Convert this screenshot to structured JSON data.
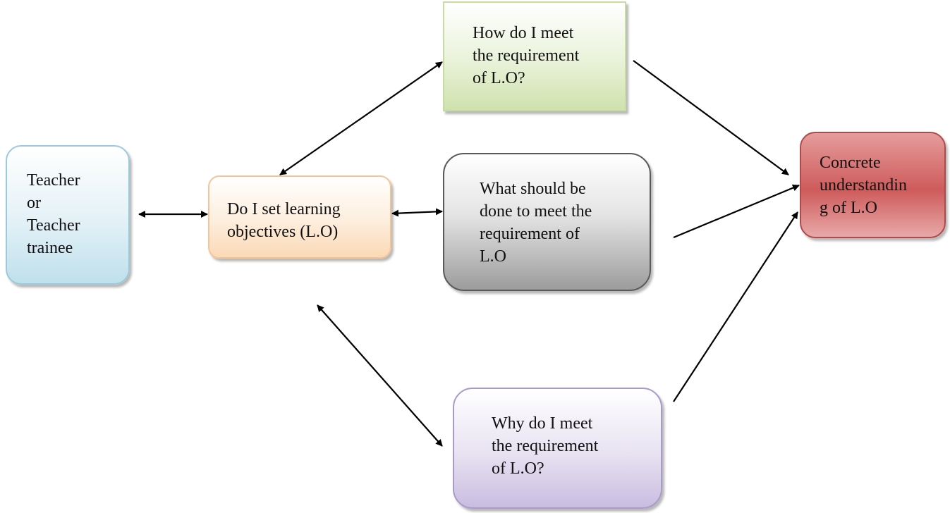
{
  "nodes": {
    "teacher": {
      "label": "Teacher\nor\nTeacher\ntrainee",
      "color": "#bfe0ec"
    },
    "set_lo": {
      "label": "Do I set learning\nobjectives (L.O)",
      "color": "#fbd9b6"
    },
    "how": {
      "label": "How do I meet\nthe requirement\nof L.O?",
      "color": "#cfe2ad"
    },
    "what": {
      "label": "What should be\ndone to meet the\nrequirement of\nL.O",
      "color": "#9c9c9c"
    },
    "why": {
      "label": "Why do I meet\nthe requirement\nof L.O?",
      "color": "#c9bde0"
    },
    "concrete": {
      "label": "Concrete\nunderstandin\ng of L.O",
      "color": "#cf5b5b"
    }
  },
  "edges": [
    {
      "from": "teacher",
      "to": "set_lo",
      "direction": "both"
    },
    {
      "from": "set_lo",
      "to": "how",
      "direction": "both"
    },
    {
      "from": "set_lo",
      "to": "what",
      "direction": "both"
    },
    {
      "from": "set_lo",
      "to": "why",
      "direction": "both"
    },
    {
      "from": "how",
      "to": "concrete",
      "direction": "forward"
    },
    {
      "from": "what",
      "to": "concrete",
      "direction": "forward"
    },
    {
      "from": "why",
      "to": "concrete",
      "direction": "forward"
    }
  ]
}
